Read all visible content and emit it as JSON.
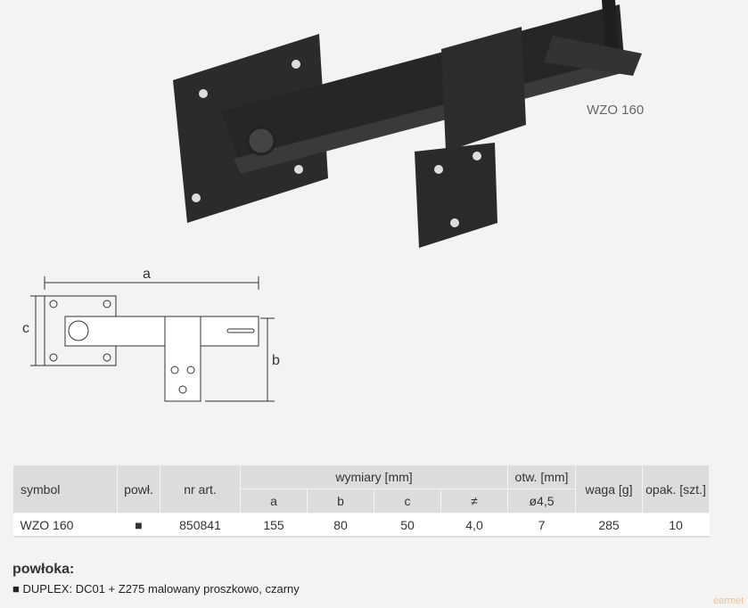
{
  "product_label": "WZO 160",
  "diagram": {
    "a": "a",
    "b": "b",
    "c": "c"
  },
  "table": {
    "headers": {
      "symbol": "symbol",
      "coating": "powł.",
      "article": "nr art.",
      "dimensions": "wymiary [mm]",
      "holes": "otw. [mm]",
      "weight": "waga [g]",
      "pack": "opak. [szt.]"
    },
    "subheaders": [
      "a",
      "b",
      "c",
      "≠",
      "ø4,5"
    ],
    "rows": [
      {
        "symbol": "WZO 160",
        "coating": "■",
        "article": "850841",
        "a": "155",
        "b": "80",
        "c": "50",
        "thickness": "4,0",
        "holes": "7",
        "weight": "285",
        "pack": "10"
      }
    ]
  },
  "coating": {
    "title": "powłoka:",
    "item": "■ DUPLEX: DC01 + Z275 malowany proszkowo, czarny"
  },
  "watermark": "earmet"
}
